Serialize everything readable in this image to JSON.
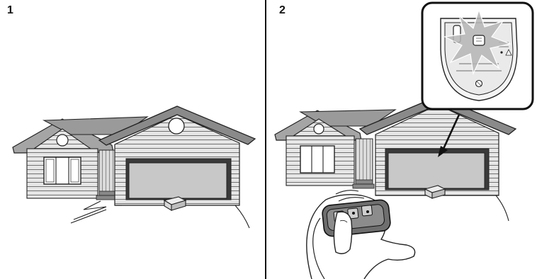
{
  "figure": {
    "steps": [
      {
        "number": "1"
      },
      {
        "number": "2"
      }
    ],
    "colors": {
      "line": "#222222",
      "roof": "#9a9a9a",
      "siding": "#cfcfcf",
      "garage_door": "#c8c8c8",
      "flash": "#b5b5b5"
    },
    "icons": [
      "house",
      "package",
      "remote-control",
      "hand",
      "motor-unit-inset",
      "flash-burst",
      "arrow"
    ]
  }
}
